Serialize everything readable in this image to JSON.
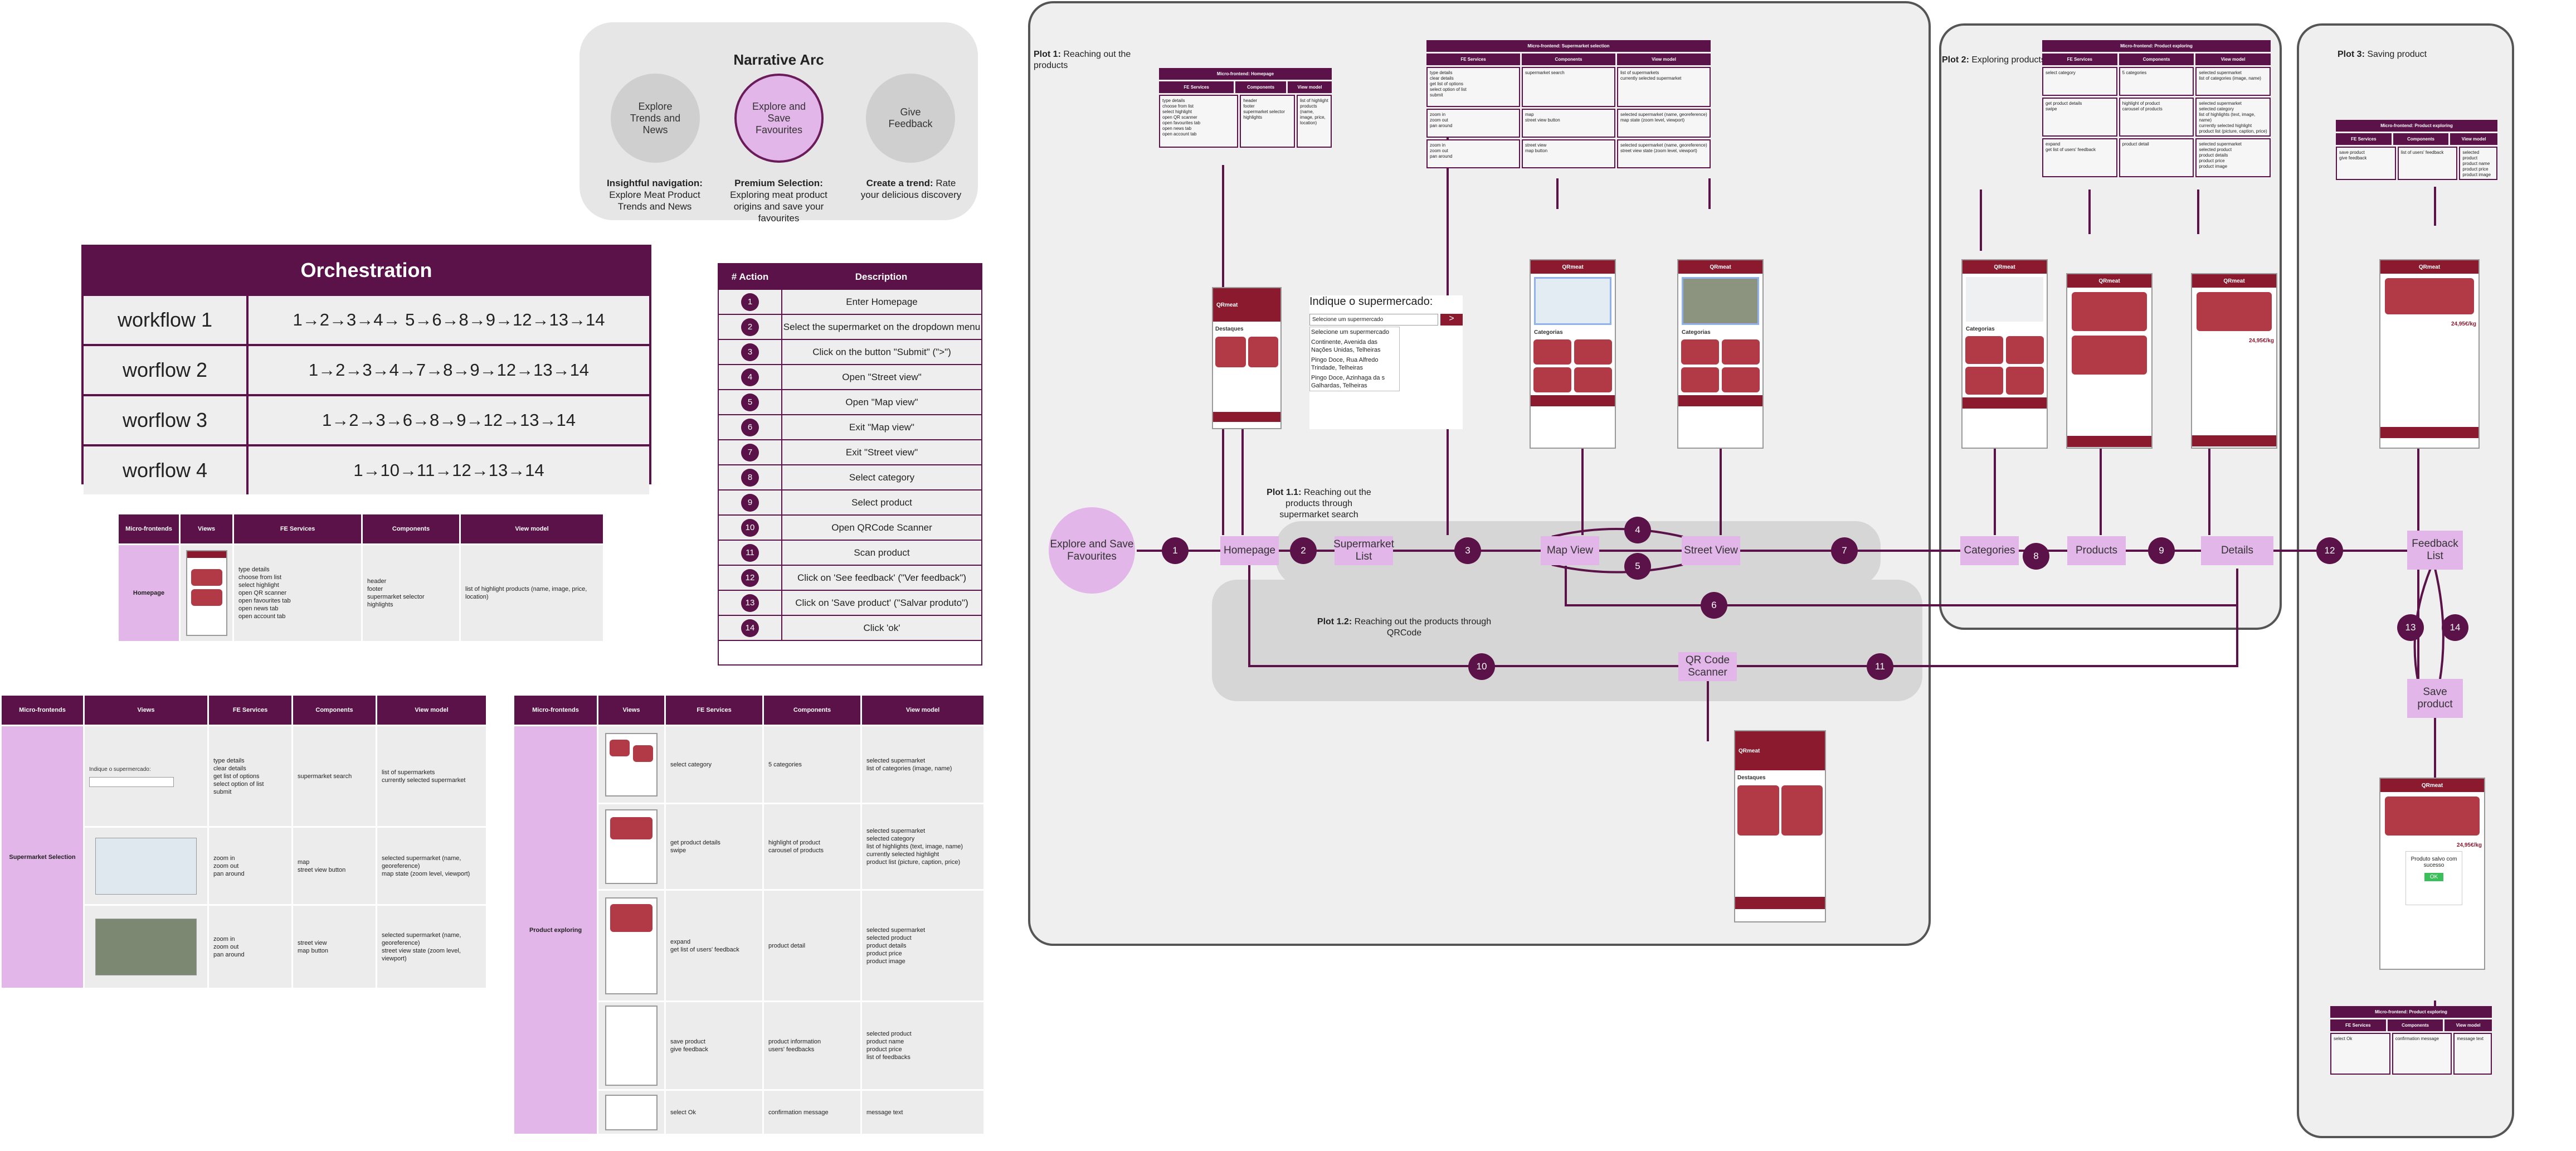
{
  "narrative": {
    "title": "Narrative Arc",
    "circles": [
      "Explore Trends and News",
      "Explore and Save Favourites",
      "Give Feedback"
    ],
    "captions": [
      {
        "bold": "Insightful navigation:",
        "text": "Explore Meat Product Trends and News"
      },
      {
        "bold": "Premium Selection:",
        "text": "Exploring meat product origins and save your favourites"
      },
      {
        "bold": "Create a trend:",
        "text": "Rate your delicious discovery"
      }
    ]
  },
  "orchestration": {
    "title": "Orchestration",
    "rows": [
      {
        "name": "workflow 1",
        "seq": "1→2→3→4→ 5→6→8→9→12→13→14"
      },
      {
        "name": "worflow 2",
        "seq": "1→2→3→4→7→8→9→12→13→14"
      },
      {
        "name": "worflow 3",
        "seq": "1→2→3→6→8→9→12→13→14"
      },
      {
        "name": "worflow 4",
        "seq": "1→10→11→12→13→14"
      }
    ]
  },
  "actions": {
    "headers": [
      "# Action",
      "Description"
    ],
    "rows": [
      {
        "n": "1",
        "d": "Enter Homepage"
      },
      {
        "n": "2",
        "d": "Select the supermarket on the dropdown menu"
      },
      {
        "n": "3",
        "d": "Click on the button \"Submit\" (\">\")"
      },
      {
        "n": "4",
        "d": "Open \"Street view\""
      },
      {
        "n": "5",
        "d": "Open \"Map view\""
      },
      {
        "n": "6",
        "d": "Exit \"Map view\""
      },
      {
        "n": "7",
        "d": "Exit \"Street view\""
      },
      {
        "n": "8",
        "d": "Select category"
      },
      {
        "n": "9",
        "d": "Select product"
      },
      {
        "n": "10",
        "d": "Open QRCode Scanner"
      },
      {
        "n": "11",
        "d": "Scan product"
      },
      {
        "n": "12",
        "d": "Click on 'See feedback' (\"Ver feedback\")"
      },
      {
        "n": "13",
        "d": "Click on 'Save product' (\"Salvar produto\")"
      },
      {
        "n": "14",
        "d": "Click 'ok'"
      }
    ]
  },
  "table_headers": [
    "Micro-frontends",
    "Views",
    "FE Services",
    "Components",
    "View model"
  ],
  "homepage_table": {
    "mf": "Homepage",
    "fe": "type details\nchoose from list\nselect highlight\nopen QR scanner\nopen favourites tab\nopen news tab\nopen account tab",
    "comp": "header\nfooter\nsupermarket selector\nhighlights",
    "vm": "list of highlight products (name, image, price, location)"
  },
  "supermarket_table": {
    "mf": "Supermarket Selection",
    "view_text": "Indique o supermercado:",
    "rows": [
      {
        "fe": "type details\nclear details\nget list of options\nselect option of list\nsubmit",
        "comp": "supermarket search",
        "vm": "list of supermarkets\ncurrently selected supermarket"
      },
      {
        "fe": "zoom in\nzoom out\npan around",
        "comp": "map\nstreet view button",
        "vm": "selected supermarket (name, georeference)\nmap state (zoom level, viewport)"
      },
      {
        "fe": "zoom in\nzoom out\npan around",
        "comp": "street view\nmap button",
        "vm": "selected supermarket (name, georeference)\nstreet view state (zoom level, viewport)"
      }
    ]
  },
  "product_table": {
    "mf": "Product exploring",
    "rows": [
      {
        "fe": "select category",
        "comp": "5 categories",
        "vm": "selected supermarket\nlist of categories (image, name)"
      },
      {
        "fe": "get product details\nswipe",
        "comp": "highlight of product\ncarousel of products",
        "vm": "selected supermarket\nselected category\nlist of highlights (text, image, name)\ncurrently selected highlight\nproduct list (picture, caption, price)"
      },
      {
        "fe": "expand\nget list of users' feedback",
        "comp": "product detail",
        "vm": "selected supermarket\nselected product\nproduct details\nproduct price\nproduct image"
      },
      {
        "fe": "save product\ngive feedback",
        "comp": "product information\nusers' feedbacks",
        "vm": "selected product\nproduct name\nproduct price\nlist of feedbacks"
      },
      {
        "fe": "select Ok",
        "comp": "confirmation message",
        "vm": "message text"
      }
    ]
  },
  "plot1": {
    "title_bold": "Plot 1:",
    "title": "Reaching out the products",
    "sub1_bold": "Plot 1.1:",
    "sub1": "Reaching out the products through supermarket search",
    "sub2_bold": "Plot 1.2:",
    "sub2": "Reaching out the products through QRCode",
    "dropdown_title": "Indique o supermercado:",
    "dropdown_placeholder": "Selecione um supermercado",
    "dropdown_options": [
      "Selecione um supermercado",
      "Continente, Avenida das Nações Unidas, Telheiras",
      "Pingo Doce, Rua Alfredo Trindade, Telheiras",
      "Pingo Doce, Azinhaga da s Galhardas, Telheiras"
    ],
    "mt_home": {
      "title": "Micro-frontend: Homepage",
      "cols": [
        "FE Services",
        "Components",
        "View model"
      ],
      "cells": [
        "type details\nchoose from list\nselect highlight\nopen QR scanner\nopen favourites tab\nopen news tab\nopen account tab",
        "header\nfooter\nsupermarket selector\nhighlights",
        "list of highlight products (name, image, price, location)"
      ]
    },
    "mt_super": {
      "title": "Micro-frontend: Supermarket selection",
      "cols": [
        "FE Services",
        "Components",
        "View model"
      ],
      "rows": [
        [
          "type details\nclear details\nget list of options\nselect option of list\nsubmit",
          "supermarket search",
          "list of supermarkets\ncurrently selected supermarket"
        ],
        [
          "zoom in\nzoom out\npan around",
          "map\nstreet view button",
          "selected supermarket (name, georeference)\nmap state (zoom level, viewport)"
        ],
        [
          "zoom in\nzoom out\npan around",
          "street view\nmap button",
          "selected supermarket (name, georeference)\nstreet view state (zoom level, viewport)"
        ]
      ]
    }
  },
  "plot2": {
    "title_bold": "Plot 2:",
    "title": "Exploring products",
    "mt": {
      "title": "Micro-frontend: Product exploring",
      "cols": [
        "FE Services",
        "Components",
        "View model"
      ],
      "rows": [
        [
          "select category",
          "5 categories",
          "selected supermarket\nlist of categories (image, name)"
        ],
        [
          "get product details\nswipe",
          "highlight of product\ncarousel of products",
          "selected supermarket\nselected category\nlist of highlights (text, image, name)\ncurrently selected highlight\nproduct list (picture, caption, price)"
        ],
        [
          "expand\nget list of users' feedback",
          "product detail",
          "selected supermarket\nselected product\nproduct details\nproduct price\nproduct image"
        ]
      ]
    }
  },
  "plot3": {
    "title_bold": "Plot 3:",
    "title": "Saving product",
    "mt_top": {
      "title": "Micro-frontend: Product exploring",
      "cols": [
        "FE Services",
        "Components",
        "View model"
      ],
      "cells": [
        "save product\ngive feedback",
        "list of users' feedback",
        "selected product\nproduct name\nproduct price\nproduct image"
      ]
    },
    "mt_bottom": {
      "title": "Micro-frontend: Product exploring",
      "cols": [
        "FE Services",
        "Components",
        "View model"
      ],
      "cells": [
        "select Ok",
        "confirmation message",
        "message text"
      ]
    }
  },
  "nodes": {
    "start": "Explore and Save Favourites",
    "homepage": "Homepage",
    "supermarket_list": "Supermarket List",
    "map_view": "Map View",
    "street_view": "Street View",
    "categories": "Categories",
    "products": "Products",
    "details": "Details",
    "feedback_list": "Feedback List",
    "save_product": "Save product",
    "qr_scanner": "QR Code Scanner"
  },
  "phone": {
    "brand": "QRmeat",
    "highlights": "Destaques",
    "categories": "Categorias",
    "price": "24,95€/kg",
    "modal": "Produto salvo com sucesso",
    "ok": "OK"
  },
  "colors": {
    "primary": "#5b1248",
    "lavender": "#e3b6e9",
    "panel": "#efefef"
  }
}
